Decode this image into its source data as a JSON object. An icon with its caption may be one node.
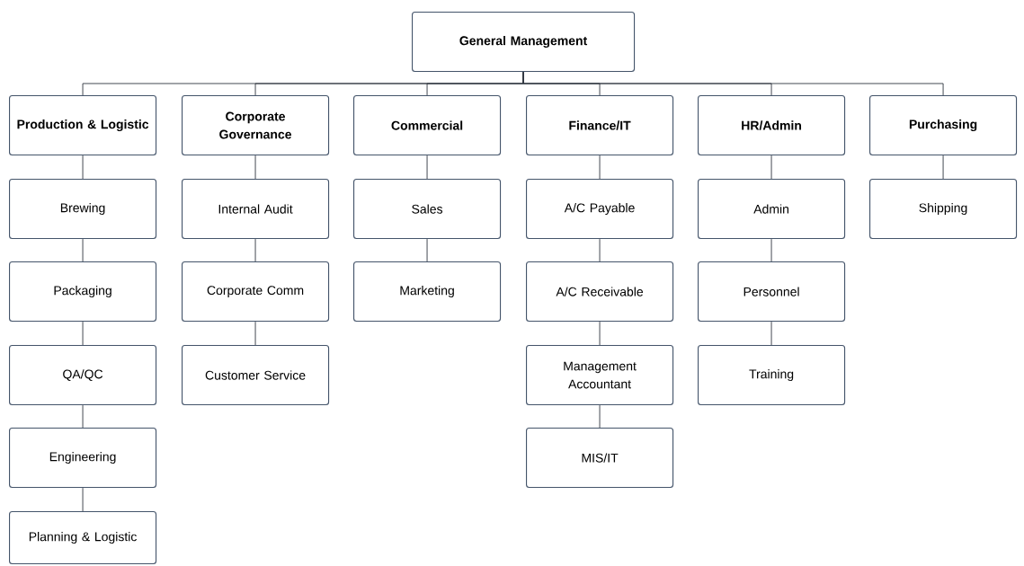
{
  "diagram": {
    "nodes": [
      {
        "text": [
          "General Management"
        ]
      },
      {
        "text": [
          "Production & Logistic"
        ]
      },
      {
        "text": [
          "Corporate Governance"
        ]
      },
      {
        "text": [
          "Commercial"
        ]
      },
      {
        "text": [
          "Finance/IT"
        ]
      },
      {
        "text": [
          "HR/Admin"
        ]
      },
      {
        "text": [
          "Purchasing"
        ]
      },
      {
        "text": [
          "Brewing"
        ]
      },
      {
        "text": [
          "Packaging"
        ]
      },
      {
        "text": [
          "QA/QC"
        ]
      },
      {
        "text": [
          "Engineering"
        ]
      },
      {
        "text": [
          "Planning & Logistic"
        ]
      },
      {
        "text": [
          "Internal Audit"
        ]
      },
      {
        "text": [
          "Corporate Comm"
        ]
      },
      {
        "text": [
          "Customer Service"
        ]
      },
      {
        "text": [
          "Sales"
        ]
      },
      {
        "text": [
          "Marketing"
        ]
      },
      {
        "text": [
          "A/C Payable"
        ]
      },
      {
        "text": [
          "A/C Receivable"
        ]
      },
      {
        "text": [
          "Management Accountant"
        ]
      },
      {
        "text": [
          "MIS/IT"
        ]
      },
      {
        "text": [
          "Admin"
        ]
      },
      {
        "text": [
          "Personnel"
        ]
      },
      {
        "text": [
          "Training"
        ]
      },
      {
        "text": [
          "Shipping"
        ]
      }
    ],
    "edges": [
      {
        "from": 0,
        "to": 1,
        "arrow": "none"
      },
      {
        "from": 0,
        "to": 2,
        "arrow": "none"
      },
      {
        "from": 0,
        "to": 3,
        "arrow": "none"
      },
      {
        "from": 0,
        "to": 4,
        "arrow": "none"
      },
      {
        "from": 0,
        "to": 5,
        "arrow": "none"
      },
      {
        "from": 0,
        "to": 6,
        "arrow": "none"
      },
      {
        "from": 1,
        "to": 7,
        "arrow": "none"
      },
      {
        "from": 7,
        "to": 8,
        "arrow": "none"
      },
      {
        "from": 8,
        "to": 9,
        "arrow": "none"
      },
      {
        "from": 9,
        "to": 10,
        "arrow": "none"
      },
      {
        "from": 10,
        "to": 11,
        "arrow": "none"
      },
      {
        "from": 2,
        "to": 12,
        "arrow": "none"
      },
      {
        "from": 12,
        "to": 13,
        "arrow": "none"
      },
      {
        "from": 13,
        "to": 14,
        "arrow": "none"
      },
      {
        "from": 3,
        "to": 15,
        "arrow": "none"
      },
      {
        "from": 15,
        "to": 16,
        "arrow": "none"
      },
      {
        "from": 4,
        "to": 17,
        "arrow": "none"
      },
      {
        "from": 17,
        "to": 18,
        "arrow": "none"
      },
      {
        "from": 18,
        "to": 19,
        "arrow": "none"
      },
      {
        "from": 19,
        "to": 20,
        "arrow": "none"
      },
      {
        "from": 5,
        "to": 21,
        "arrow": "none"
      },
      {
        "from": 21,
        "to": 22,
        "arrow": "none"
      },
      {
        "from": 22,
        "to": 23,
        "arrow": "none"
      },
      {
        "from": 6,
        "to": 24,
        "arrow": "none"
      }
    ]
  }
}
